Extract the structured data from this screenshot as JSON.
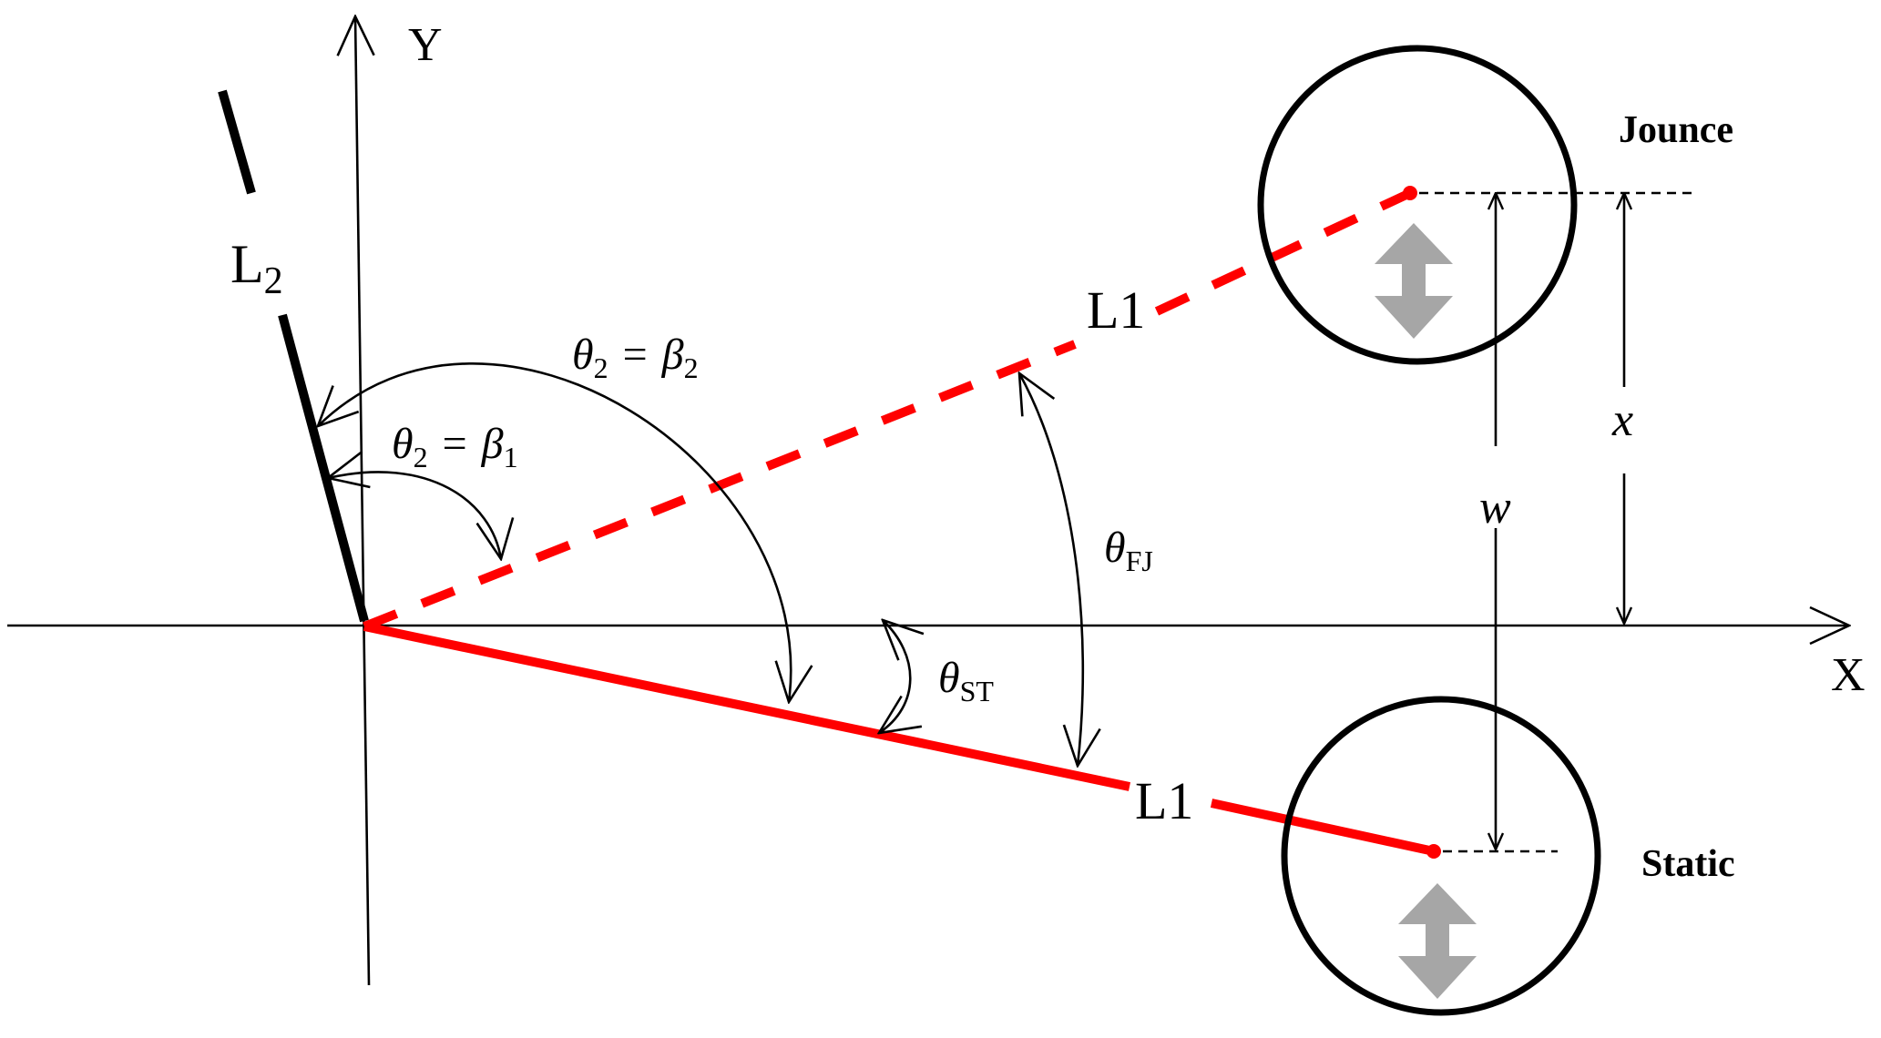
{
  "axes": {
    "x_label": "X",
    "y_label": "Y"
  },
  "links": {
    "l2_main": "L",
    "l2_sub": "2",
    "l1_jounce": "L1",
    "l1_static": "L1"
  },
  "angles": {
    "theta2_beta2": {
      "theta": "θ",
      "theta_sub": "2",
      "eq": "=",
      "beta": "β",
      "beta_sub": "2"
    },
    "theta2_beta1": {
      "theta": "θ",
      "theta_sub": "2",
      "eq": "=",
      "beta": "β",
      "beta_sub": "1"
    },
    "theta_fj": {
      "theta": "θ",
      "sub": "FJ"
    },
    "theta_st": {
      "theta": "θ",
      "sub": "ST"
    }
  },
  "dimensions": {
    "w": "w",
    "x": "x"
  },
  "positions": {
    "jounce": "Jounce",
    "static": "Static"
  },
  "colors": {
    "link_red": "#ff0000",
    "ink": "#000000",
    "motion_arrow_gray": "#a6a6a6"
  }
}
